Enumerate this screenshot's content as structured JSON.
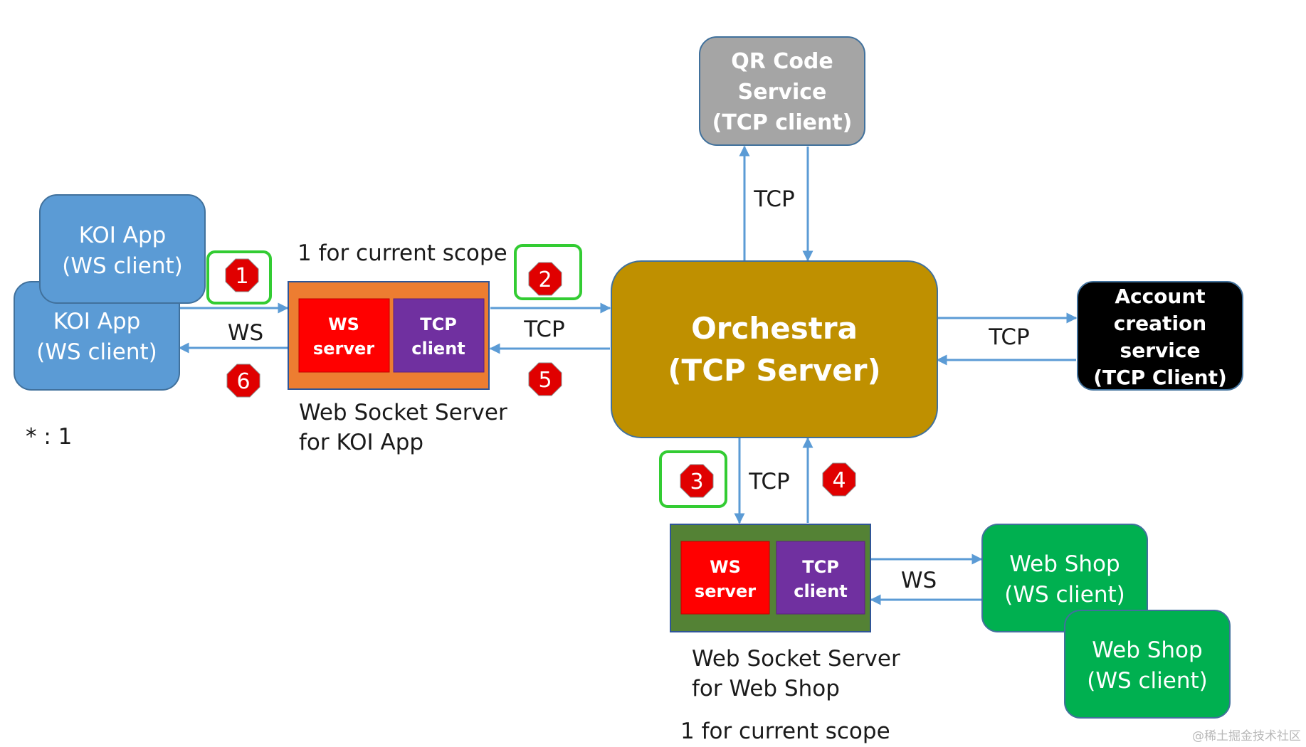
{
  "qr_service": {
    "line1": "QR Code",
    "line2": "Service",
    "line3": "(TCP client)"
  },
  "koi_app_back": {
    "line1": "KOI App",
    "line2": "(WS client)"
  },
  "koi_app_front": {
    "line1": "KOI App",
    "line2": "(WS client)"
  },
  "orchestra": {
    "line1": "Orchestra",
    "line2": "(TCP Server)"
  },
  "account_service": {
    "line1": "Account",
    "line2": "creation",
    "line3": "service",
    "line4": "(TCP Client)"
  },
  "ws_server_koi": {
    "ws_line1": "WS",
    "ws_line2": "server",
    "tcp_line1": "TCP",
    "tcp_line2": "client",
    "caption_line1": "Web Socket Server",
    "caption_line2": "for KOI App",
    "scope": "1 for current scope"
  },
  "ws_server_shop": {
    "ws_line1": "WS",
    "ws_line2": "server",
    "tcp_line1": "TCP",
    "tcp_line2": "client",
    "caption_line1": "Web Socket Server",
    "caption_line2": "for Web Shop",
    "scope": "1 for current scope"
  },
  "web_shop_back": {
    "line1": "Web Shop",
    "line2": "(WS client)"
  },
  "web_shop_front": {
    "line1": "Web Shop",
    "line2": "(WS client)"
  },
  "connections": {
    "koi_ws": "WS",
    "koi_tcp": "TCP",
    "qr_tcp": "TCP",
    "account_tcp": "TCP",
    "shop_tcp": "TCP",
    "shop_ws": "WS"
  },
  "steps": [
    "1",
    "2",
    "3",
    "4",
    "5",
    "6"
  ],
  "note": "* : 1",
  "watermark": "@稀土掘金技术社区",
  "colors": {
    "blue_box": "#5b9bd5",
    "gray_box": "#a5a5a5",
    "orchestra": "#bf9000",
    "account_box": "#000000",
    "ws_server": "#ff0000",
    "tcp_client": "#7030a0",
    "koi_server_bg": "#ed7d31",
    "shop_server_bg": "#548235",
    "green_box": "#00b050",
    "badge": "#e00000",
    "highlight": "#33cc33",
    "arrow": "#5b9bd5"
  }
}
